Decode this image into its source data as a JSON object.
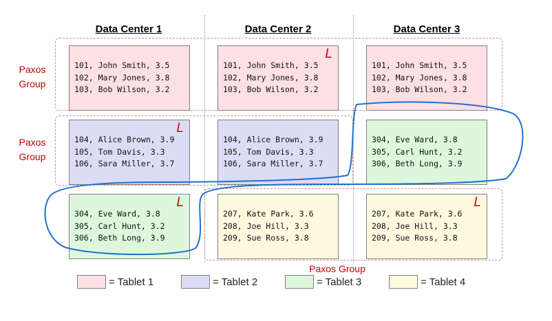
{
  "data_centers": [
    "Data Center 1",
    "Data Center 2",
    "Data Center 3"
  ],
  "group_label": "Paxos Group",
  "group_label_lines": [
    "Paxos",
    "Group"
  ],
  "leader_mark": "L",
  "tablets": {
    "r1c1": [
      "101, John Smith, 3.5",
      "102, Mary Jones, 3.8",
      "103, Bob Wilson, 3.2"
    ],
    "r1c2": [
      "101, John Smith, 3.5",
      "102, Mary Jones, 3.8",
      "103, Bob Wilson, 3.2"
    ],
    "r1c3": [
      "101, John Smith, 3.5",
      "102, Mary Jones, 3.8",
      "103, Bob Wilson, 3.2"
    ],
    "r2c1": [
      "104, Alice Brown, 3.9",
      "105, Tom Davis, 3.3",
      "106, Sara Miller, 3.7"
    ],
    "r2c2": [
      "104, Alice Brown, 3.9",
      "105, Tom Davis, 3.3",
      "106, Sara Miller, 3.7"
    ],
    "r2c3": [
      "304, Eve Ward, 3.8",
      "305, Carl Hunt, 3.2",
      "306, Beth Long, 3.9"
    ],
    "r3c1": [
      "304, Eve Ward, 3.8",
      "305, Carl Hunt, 3.2",
      "306, Beth Long, 3.9"
    ],
    "r3c2": [
      "207, Kate Park, 3.6",
      "208, Joe Hill, 3.3",
      "209, Sue Ross, 3.8"
    ],
    "r3c3": [
      "207, Kate Park, 3.6",
      "208, Joe Hill, 3.3",
      "209, Sue Ross, 3.8"
    ]
  },
  "legend": [
    {
      "label": "= Tablet 1",
      "color": "#fde0e3"
    },
    {
      "label": "= Tablet 2",
      "color": "#dcdcf6"
    },
    {
      "label": "= Tablet 3",
      "color": "#dcf7dc"
    },
    {
      "label": "= Tablet 4",
      "color": "#fdf9df"
    }
  ],
  "colors": {
    "group_border": "#d98a8a",
    "label_red": "#c00000",
    "annotation_blue": "#1f6fd1"
  }
}
